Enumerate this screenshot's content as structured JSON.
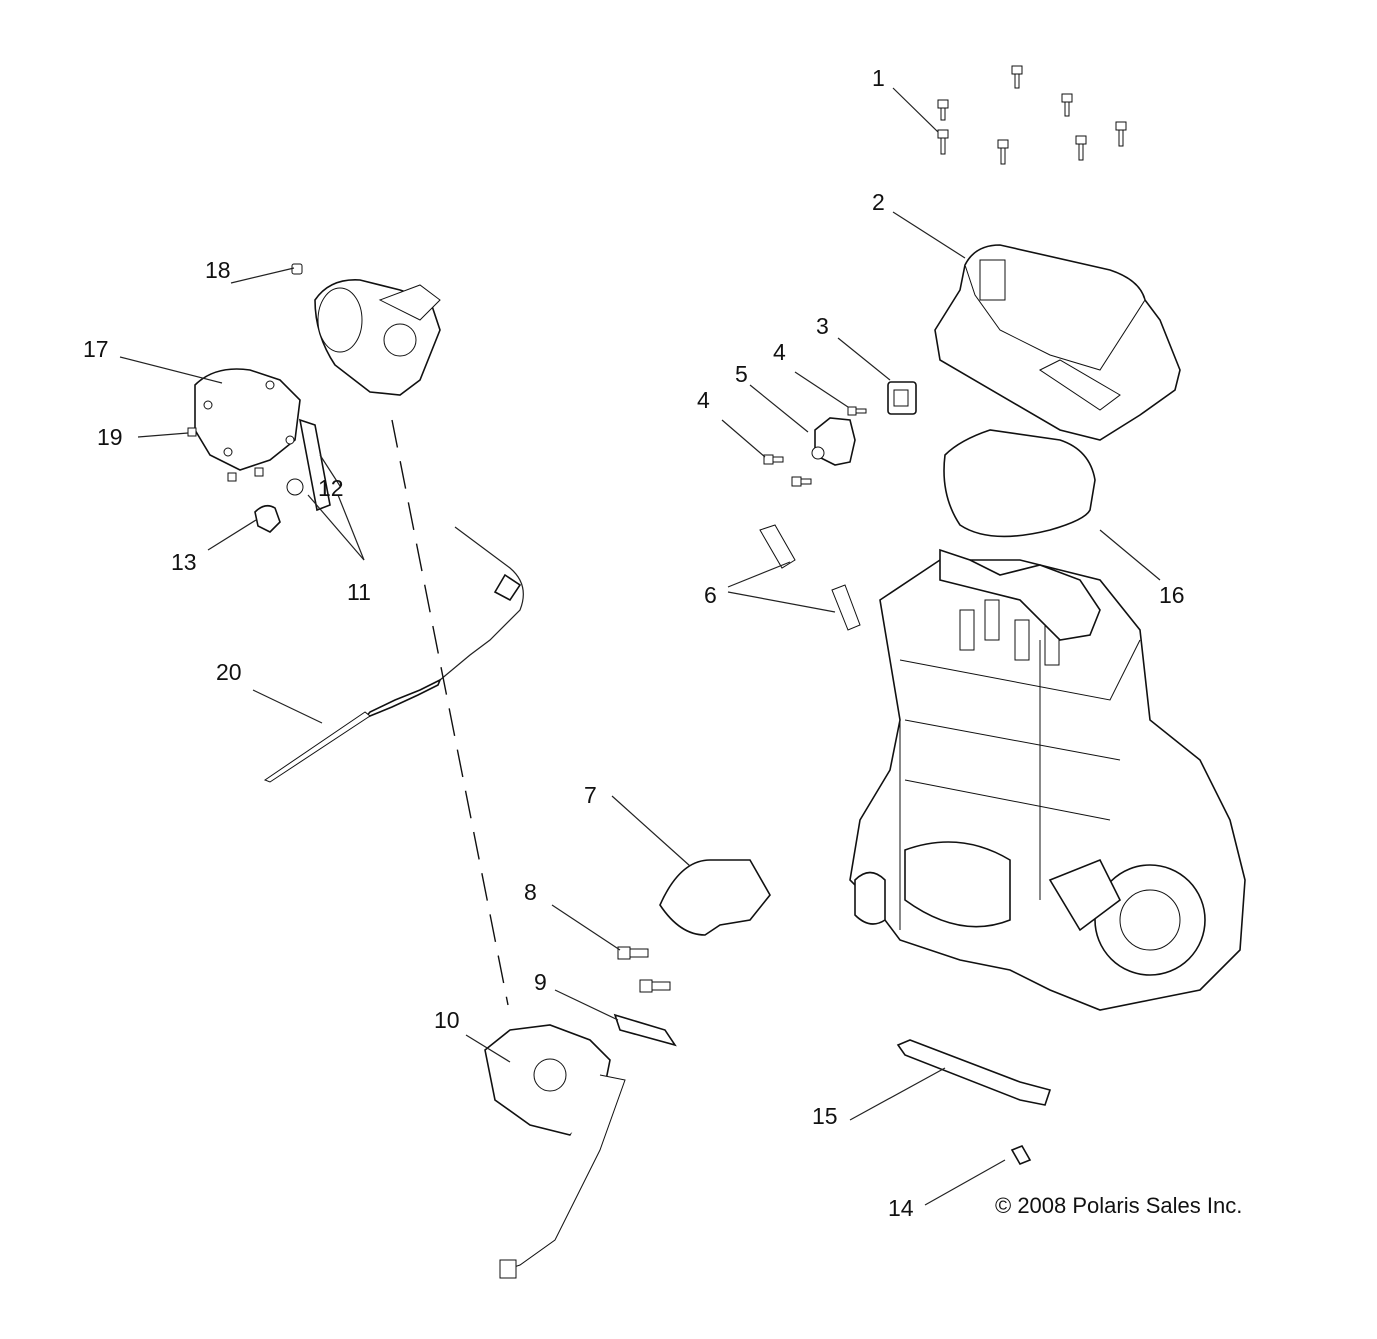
{
  "diagram": {
    "title": "Engine / Throttle Body Exploded Parts Diagram",
    "callouts": [
      {
        "id": "c1",
        "label": "1",
        "part": "screw-cover-bolts"
      },
      {
        "id": "c2",
        "label": "2",
        "part": "valve-cover"
      },
      {
        "id": "c3",
        "label": "3",
        "part": "gasket-square"
      },
      {
        "id": "c4a",
        "label": "4",
        "part": "screw"
      },
      {
        "id": "c4b",
        "label": "4",
        "part": "screw"
      },
      {
        "id": "c5",
        "label": "5",
        "part": "sensor"
      },
      {
        "id": "c6",
        "label": "6",
        "part": "spark-plug"
      },
      {
        "id": "c7",
        "label": "7",
        "part": "intake-boot"
      },
      {
        "id": "c8",
        "label": "8",
        "part": "bolt"
      },
      {
        "id": "c9",
        "label": "9",
        "part": "bracket"
      },
      {
        "id": "c10",
        "label": "10",
        "part": "throttle-body"
      },
      {
        "id": "c11",
        "label": "11",
        "part": "clamp"
      },
      {
        "id": "c12",
        "label": "12",
        "part": "hose"
      },
      {
        "id": "c13",
        "label": "13",
        "part": "fitting"
      },
      {
        "id": "c14",
        "label": "14",
        "part": "pin"
      },
      {
        "id": "c15",
        "label": "15",
        "part": "sensor-harness"
      },
      {
        "id": "c16",
        "label": "16",
        "part": "cover-gasket"
      },
      {
        "id": "c17",
        "label": "17",
        "part": "throttle-cover"
      },
      {
        "id": "c18",
        "label": "18",
        "part": "plug"
      },
      {
        "id": "c19",
        "label": "19",
        "part": "screw"
      },
      {
        "id": "c20",
        "label": "20",
        "part": "throttle-cable"
      }
    ],
    "copyright": "© 2008 Polaris Sales Inc."
  }
}
